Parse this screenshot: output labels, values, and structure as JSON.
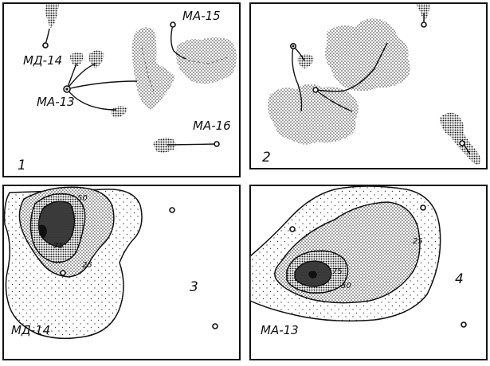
{
  "panels": [
    {
      "number": "1",
      "labels": {
        "md14": "МД-14",
        "ma13": "МА-13",
        "ma15": "МА-15",
        "ma16": "МА-16"
      }
    },
    {
      "number": "2"
    },
    {
      "number": "3",
      "name": "МД-14",
      "contours": [
        "75",
        "50",
        "25"
      ]
    },
    {
      "number": "4",
      "name": "МА-13",
      "contours": [
        "75",
        "50",
        "25"
      ]
    }
  ]
}
